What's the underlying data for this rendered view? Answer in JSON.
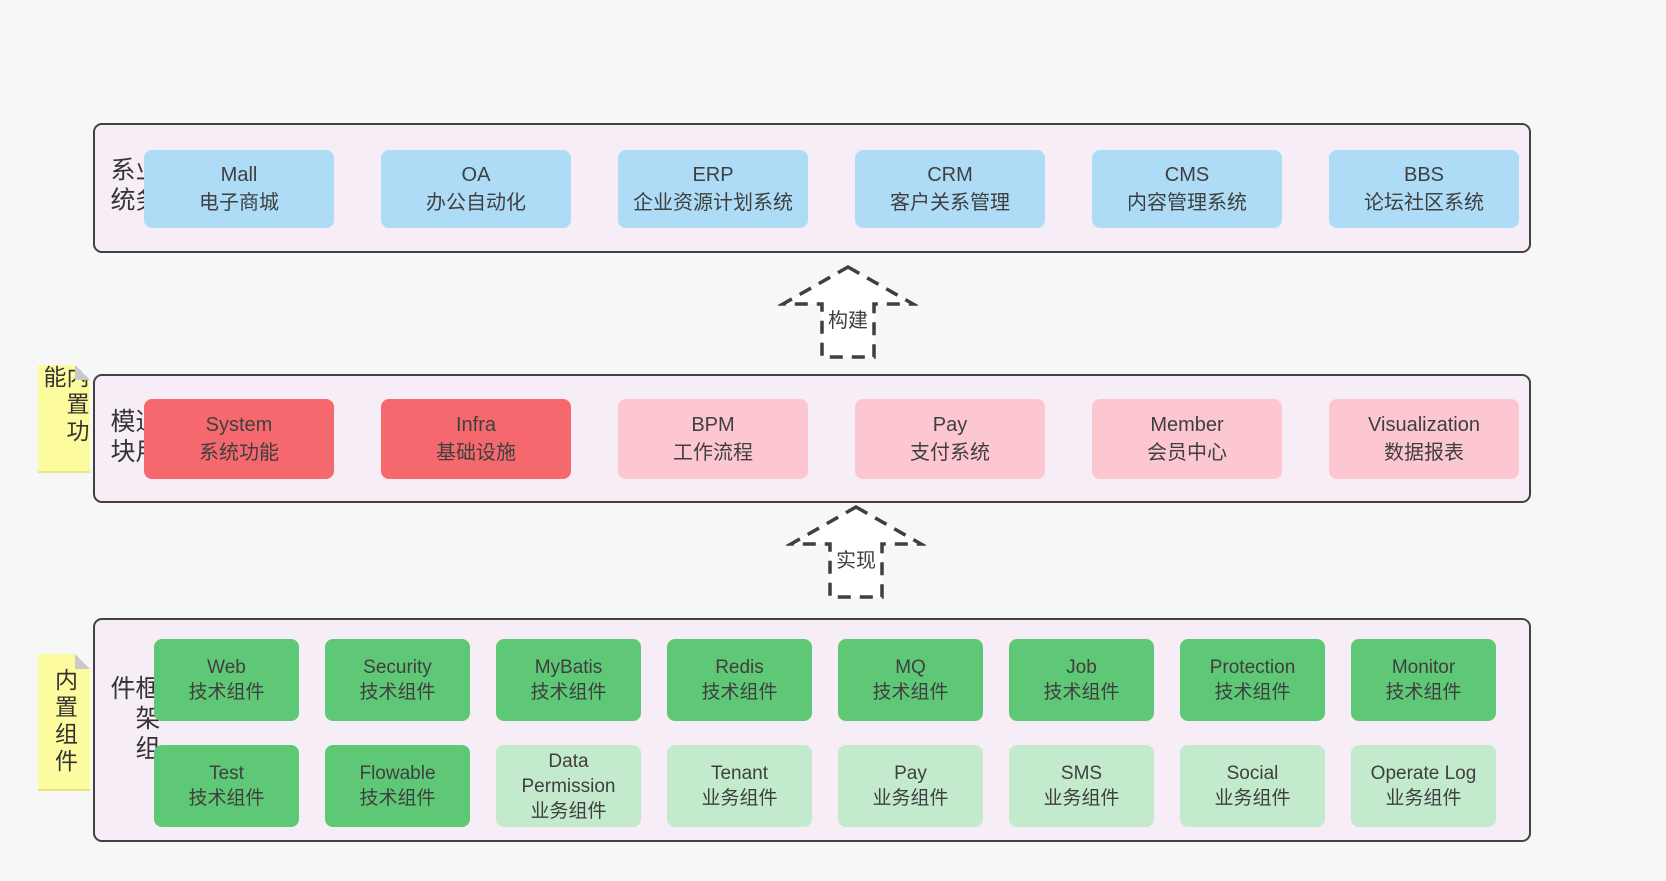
{
  "business": {
    "label": "业务系统",
    "boxes": [
      {
        "name": "Mall",
        "subtitle": "电子商城"
      },
      {
        "name": "OA",
        "subtitle": "办公自动化"
      },
      {
        "name": "ERP",
        "subtitle": "企业资源计划系统"
      },
      {
        "name": "CRM",
        "subtitle": "客户关系管理"
      },
      {
        "name": "CMS",
        "subtitle": "内容管理系统"
      },
      {
        "name": "BBS",
        "subtitle": "论坛社区系统"
      }
    ]
  },
  "common": {
    "label": "通用模块",
    "sticky": "内置功能",
    "boxes": [
      {
        "name": "System",
        "subtitle": "系统功能"
      },
      {
        "name": "Infra",
        "subtitle": "基础设施"
      },
      {
        "name": "BPM",
        "subtitle": "工作流程"
      },
      {
        "name": "Pay",
        "subtitle": "支付系统"
      },
      {
        "name": "Member",
        "subtitle": "会员中心"
      },
      {
        "name": "Visualization",
        "subtitle": "数据报表"
      }
    ]
  },
  "framework": {
    "label": "框架组件",
    "sticky": "内置组件",
    "row1": [
      {
        "name": "Web",
        "subtitle": "技术组件"
      },
      {
        "name": "Security",
        "subtitle": "技术组件"
      },
      {
        "name": "MyBatis",
        "subtitle": "技术组件"
      },
      {
        "name": "Redis",
        "subtitle": "技术组件"
      },
      {
        "name": "MQ",
        "subtitle": "技术组件"
      },
      {
        "name": "Job",
        "subtitle": "技术组件"
      },
      {
        "name": "Protection",
        "subtitle": "技术组件"
      },
      {
        "name": "Monitor",
        "subtitle": "技术组件"
      }
    ],
    "row2": [
      {
        "name": "Test",
        "subtitle": "技术组件"
      },
      {
        "name": "Flowable",
        "subtitle": "技术组件"
      },
      {
        "name": "Data Permission",
        "subtitle": "业务组件"
      },
      {
        "name": "Tenant",
        "subtitle": "业务组件"
      },
      {
        "name": "Pay",
        "subtitle": "业务组件"
      },
      {
        "name": "SMS",
        "subtitle": "业务组件"
      },
      {
        "name": "Social",
        "subtitle": "业务组件"
      },
      {
        "name": "Operate Log",
        "subtitle": "业务组件"
      }
    ]
  },
  "arrows": {
    "build": "构建",
    "implement": "实现"
  },
  "colors": {
    "page_background": "#f7f7f7",
    "band_background": "#f7edf6",
    "band_border": "#424242",
    "blue_box": "#aedcf7",
    "red_box": "#f5696e",
    "pink_box": "#fdc7d1",
    "green_box": "#5ec877",
    "light_green_box": "#c3eacd",
    "sticky_note": "#fcfc9f",
    "sticky_fold": "#c9c9c9",
    "text": "#3f3f3f"
  }
}
